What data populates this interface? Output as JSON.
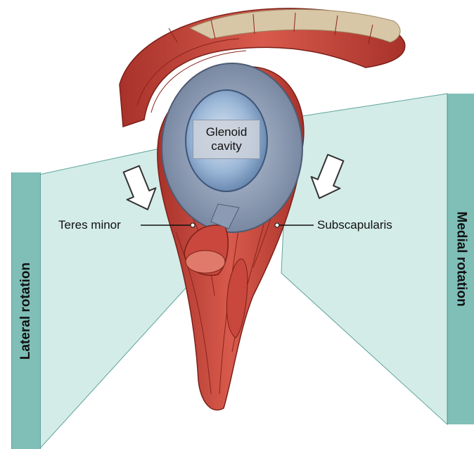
{
  "planes": {
    "left_label": "Lateral rotation",
    "right_label": "Medial rotation"
  },
  "labels": {
    "glenoid_line1": "Glenoid",
    "glenoid_line2": "cavity",
    "teres_minor": "Teres minor",
    "subscapularis": "Subscapularis"
  },
  "colors": {
    "plane_fill": "#d3ece7",
    "plane_band": "#7fbfb8",
    "muscle": "#c9473c",
    "cartilage": "#9bb8d8"
  },
  "icons": [
    "arrow-lateral-icon",
    "arrow-medial-icon"
  ]
}
